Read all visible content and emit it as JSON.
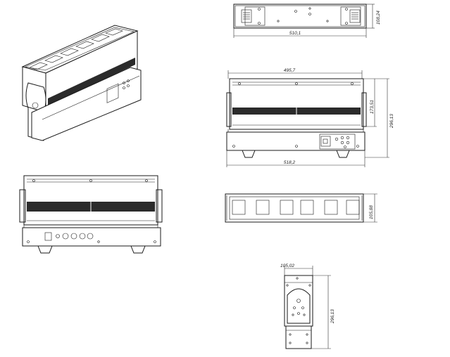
{
  "dimensions": {
    "top_view_width": "510,1",
    "top_view_height": "108,24",
    "front_top_width": "495,7",
    "front_height_inner": "173,51",
    "front_height_total": "296,13",
    "front_bottom_width": "518,2",
    "bottom_view_depth": "105,88",
    "side_view_width": "105,02",
    "side_view_height": "296,13"
  },
  "colors": {
    "line": "#1a1a1a",
    "grille": "#2b2b2b",
    "background": "#ffffff"
  }
}
